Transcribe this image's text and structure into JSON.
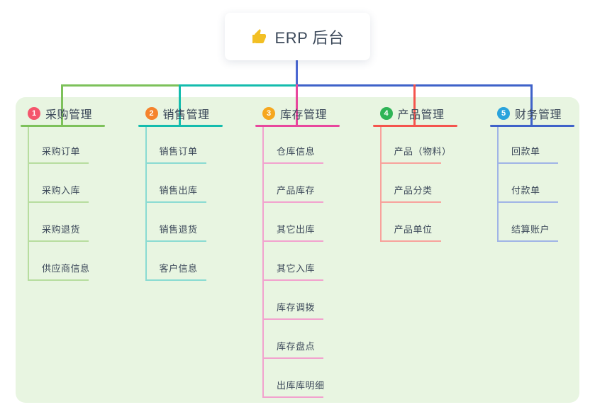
{
  "root": {
    "title": "ERP 后台",
    "icon": "thumbs-up-icon",
    "icon_color": "#f2bf24"
  },
  "panel_color": "#e8f5e1",
  "root_line_color": "#4c68d2",
  "text_color": "#3b4859",
  "branches": [
    {
      "num": "1",
      "label": "采购管理",
      "badge_color": "#f4566c",
      "line_color": "#7dc15a",
      "lite_color": "#b7dd9f",
      "children": [
        "采购订单",
        "采购入库",
        "采购退货",
        "供应商信息"
      ]
    },
    {
      "num": "2",
      "label": "销售管理",
      "badge_color": "#f5832d",
      "line_color": "#14bcad",
      "lite_color": "#8adbd2",
      "children": [
        "销售订单",
        "销售出库",
        "销售退货",
        "客户信息"
      ]
    },
    {
      "num": "3",
      "label": "库存管理",
      "badge_color": "#f6a71e",
      "line_color": "#e8479d",
      "lite_color": "#f2a2ce",
      "children": [
        "仓库信息",
        "产品库存",
        "其它出库",
        "其它入库",
        "库存调拨",
        "库存盘点",
        "出库库明细"
      ]
    },
    {
      "num": "4",
      "label": "产品管理",
      "badge_color": "#2fb456",
      "line_color": "#f4544d",
      "lite_color": "#f8a29c",
      "children": [
        "产品（物料）",
        "产品分类",
        "产品单位"
      ]
    },
    {
      "num": "5",
      "label": "财务管理",
      "badge_color": "#29a3dc",
      "line_color": "#3f62c9",
      "lite_color": "#a0b4e6",
      "children": [
        "回款单",
        "付款单",
        "结算账户"
      ]
    }
  ]
}
